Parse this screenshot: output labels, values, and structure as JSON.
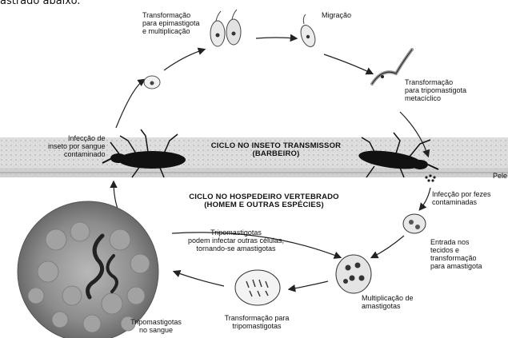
{
  "cut_text": "astrado abaixo.",
  "labels": {
    "epimastigota": "Transformação\npara epimastigota\ne multiplicação",
    "migracao": "Migração",
    "tripomastigota_metaciclico": "Transformação\npara tripomastigota\nmetacíclico",
    "infeccao_inseto": "Infecção de\ninseto por sangue\ncontaminado",
    "ciclo_inseto": "CICLO NO INSETO TRANSMISSOR\n(BARBEIRO)",
    "pele": "Pele",
    "ciclo_hospedeiro": "CICLO NO HOSPEDEIRO VERTEBRADO\n(HOMEM E OUTRAS ESPÉCIES)",
    "infeccao_fezes": "Infecção por fezes\ncontaminadas",
    "tripomastigotas_infectar": "Tripomastigotas\npodem infectar outras células,\ntornando-se amastigotas",
    "entrada_tecidos": "Entrada nos\ntecidos e\ntransformação\npara amastigota",
    "multiplicacao": "Multiplicação de\namastigotas",
    "transformacao_tripo": "Transformação para\ntripomastigotas",
    "tripo_sangue": "Tripomastigotas\nno sangue"
  }
}
